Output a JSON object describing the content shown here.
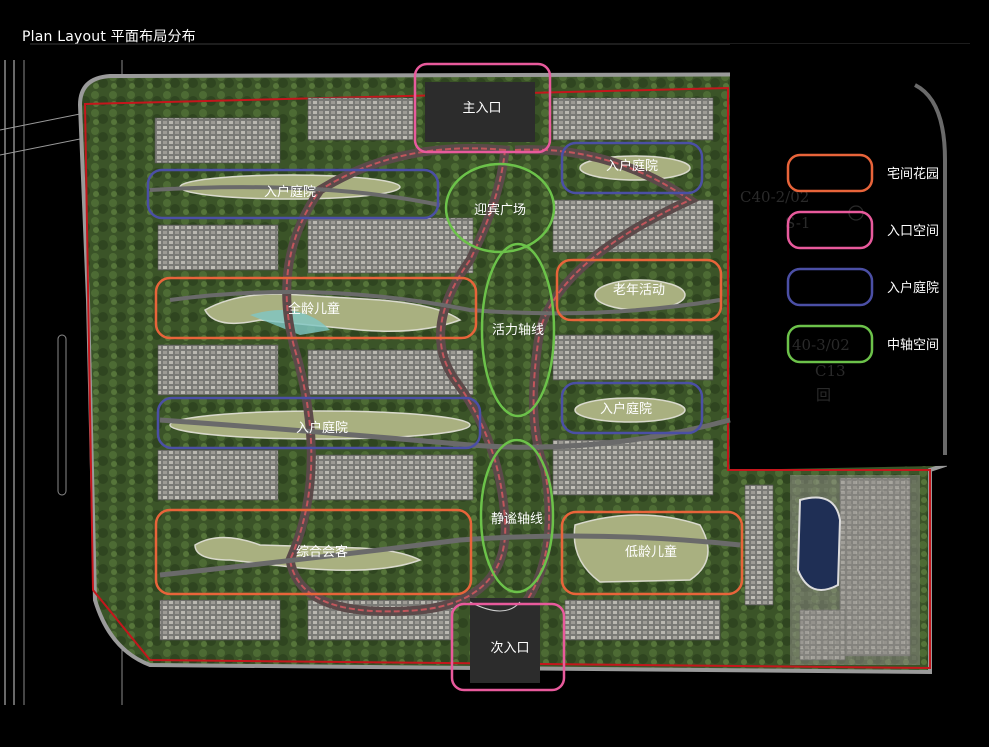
{
  "title": "Plan Layout  平面布局分布",
  "colors": {
    "garden": "#e8643a",
    "entrance": "#e85a9c",
    "courtyard": "#4b4fa5",
    "axis": "#6cc24a",
    "site_boundary": "#c4161c",
    "background": "#000000",
    "vegetation": "#3f5a2c",
    "road": "#6a6a6a"
  },
  "zones": [
    {
      "label": "主入口",
      "category": "entrance"
    },
    {
      "label": "入户庭院",
      "category": "courtyard"
    },
    {
      "label": "入户庭院",
      "category": "courtyard"
    },
    {
      "label": "迎宾广场",
      "category": "axis"
    },
    {
      "label": "全龄儿童",
      "category": "garden"
    },
    {
      "label": "活力轴线",
      "category": "axis"
    },
    {
      "label": "老年活动",
      "category": "garden"
    },
    {
      "label": "入户庭院",
      "category": "courtyard"
    },
    {
      "label": "入户庭院",
      "category": "courtyard"
    },
    {
      "label": "静谧轴线",
      "category": "axis"
    },
    {
      "label": "综合会客",
      "category": "garden"
    },
    {
      "label": "低龄儿童",
      "category": "garden"
    },
    {
      "label": "次入口",
      "category": "entrance"
    }
  ],
  "legend": [
    {
      "label": "宅间花园",
      "category": "garden"
    },
    {
      "label": "入口空间",
      "category": "entrance"
    },
    {
      "label": "入户庭院",
      "category": "courtyard"
    },
    {
      "label": "中轴空间",
      "category": "axis"
    }
  ],
  "cad_annotations": [
    "C40-2/02",
    "S-1",
    "40-3/02",
    "C13",
    "回"
  ]
}
